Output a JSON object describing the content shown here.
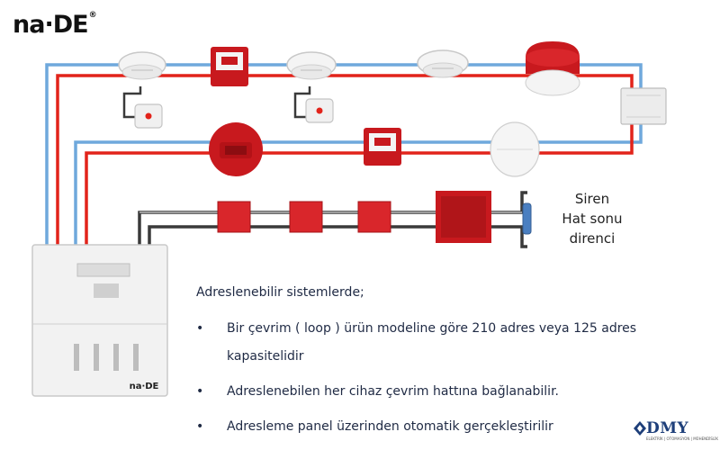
{
  "brand": {
    "logo_text": "na·DE",
    "logo_mark": "®",
    "panel_badge": "na·DE"
  },
  "siren_label": {
    "line1": "Siren",
    "line2": "Hat sonu",
    "line3": "direnci"
  },
  "description": {
    "intro": "Adreslenebilir sistemlerde;",
    "bullets": [
      "Bir çevrim ( loop ) ürün modeline göre 210 adres veya 125 adres kapasitelidir",
      "Adreslenebilen her cihaz çevrim hattına bağlanabilir.",
      "Adresleme panel üzerinden otomatik gerçekleştirilir"
    ]
  },
  "footer_brand": {
    "name": "DMY",
    "tagline": "ELEKTRİK | OTOMASYON | MÜHENDİSLİK"
  },
  "colors": {
    "loop_blue": "#6fa8dc",
    "loop_red": "#e2231a",
    "conventional_line": "#3a3a3a",
    "device_red": "#c8191e",
    "panel_body": "#f2f2f2",
    "text": "#1f2a44",
    "dmy_blue": "#1e3f7a"
  }
}
